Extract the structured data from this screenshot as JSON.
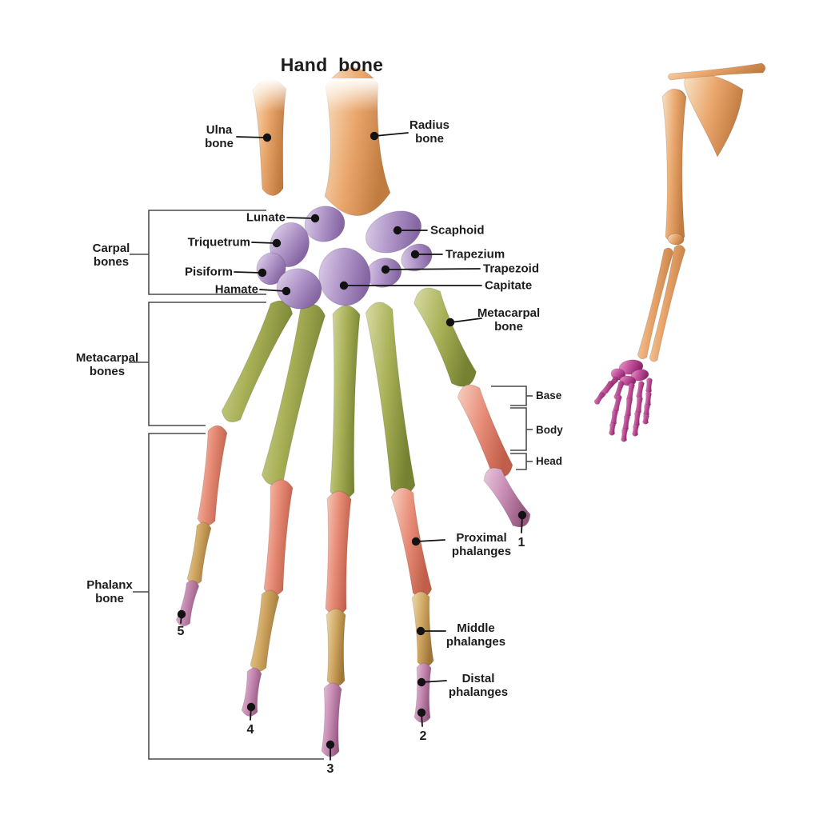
{
  "title": "Hand bone",
  "forearm": {
    "ulna": "Ulna bone",
    "radius": "Radius bone"
  },
  "carpals": {
    "group_label": "Carpal bones",
    "items": [
      "Lunate",
      "Scaphoid",
      "Triquetrum",
      "Trapezium",
      "Pisiform",
      "Trapezoid",
      "Capitate",
      "Hamate"
    ]
  },
  "metacarpals": {
    "group_label": "Metacarpal bones",
    "single_label": "Metacarpal bone"
  },
  "thumb_metacarpal_parts": {
    "items": [
      "Base",
      "Body",
      "Head"
    ]
  },
  "phalanges": {
    "group_label": "Phalanx bone",
    "items": [
      "Proximal phalanges",
      "Middle phalanges",
      "Distal phalanges"
    ]
  },
  "digits": [
    "1",
    "2",
    "3",
    "4",
    "5"
  ],
  "colors": {
    "background": "#FFFFFF",
    "label_text": "#1E1B1C",
    "leader_line": "#121212",
    "bracket_line": "#4A4A4A",
    "bone_orange": {
      "light": "#F8E3C6",
      "mid": "#EAA76D",
      "dark": "#C07B3F"
    },
    "carpal_purple": {
      "light": "#E2D4EC",
      "mid": "#B299CA",
      "dark": "#8667A4"
    },
    "metacarpal_green": {
      "light": "#D8DBA4",
      "mid": "#A8B056",
      "dark": "#768232"
    },
    "phalanx_proximal_salmon": {
      "light": "#F8CFC1",
      "mid": "#E78C77",
      "dark": "#C05E49"
    },
    "phalanx_middle_tan": {
      "light": "#ECDAAE",
      "mid": "#D0A863",
      "dark": "#A07636"
    },
    "phalanx_distal_pink": {
      "light": "#E9C9DC",
      "mid": "#C78CB5",
      "dark": "#96577F"
    },
    "highlighted_hand_magenta": {
      "light": "#EC9ECB",
      "mid": "#C4519D",
      "dark": "#8E2668"
    }
  }
}
